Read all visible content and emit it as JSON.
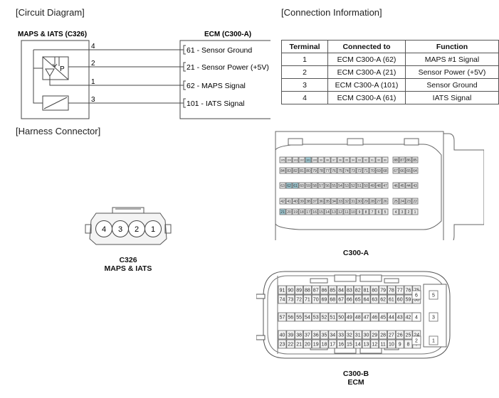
{
  "sections": {
    "circuit_diagram": "[Circuit Diagram]",
    "connection_info": "[Connection Information]",
    "harness_connector": "[Harness Connector]"
  },
  "circuit": {
    "sensor_title": "MAPS & IATS (C326)",
    "ecm_title": "ECM (C300-A)",
    "pin_labels": [
      "4",
      "2",
      "1",
      "3"
    ],
    "pressure_symbol": "P",
    "ecm_pins": [
      {
        "label": "61 - Sensor Ground"
      },
      {
        "label": "21 - Sensor Power (+5V)"
      },
      {
        "label": "62 - MAPS Signal"
      },
      {
        "label": "101 - IATS Signal"
      }
    ]
  },
  "connection_table": {
    "headers": [
      "Terminal",
      "Connected to",
      "Function"
    ],
    "rows": [
      [
        "1",
        "ECM C300-A (62)",
        "MAPS #1 Signal"
      ],
      [
        "2",
        "ECM C300-A (21)",
        "Sensor Power (+5V)"
      ],
      [
        "3",
        "ECM C300-A (101)",
        "Sensor Ground"
      ],
      [
        "4",
        "ECM C300-A (61)",
        "IATS Signal"
      ]
    ]
  },
  "c326": {
    "pins": [
      "4",
      "3",
      "2",
      "1"
    ],
    "label_line1": "C326",
    "label_line2": "MAPS & IATS"
  },
  "c300a": {
    "label": "C300-A",
    "highlight_color": "#9fc9d3",
    "highlighted_pins": [
      "101",
      "62",
      "61",
      "21"
    ],
    "rows": [
      {
        "left": [
          "105",
          "104",
          "103",
          "102",
          "101",
          "100",
          "99",
          "98",
          "97",
          "96",
          "95",
          "94",
          "93",
          "92",
          "91",
          "90",
          "89"
        ],
        "right": [
          "88",
          "87",
          "86",
          "85"
        ]
      },
      {
        "left": [
          "84",
          "83",
          "82",
          "81",
          "80",
          "79",
          "78",
          "77",
          "76",
          "75",
          "74",
          "73",
          "72",
          "71",
          "70",
          "69",
          "68"
        ],
        "right": [
          "67",
          "66",
          "65",
          "64"
        ]
      },
      {
        "left": [
          "63",
          "62",
          "61",
          "60",
          "59",
          "58",
          "57",
          "56",
          "55",
          "54",
          "53",
          "52",
          "51",
          "50",
          "49",
          "48",
          "47"
        ],
        "right": [
          "46",
          "45",
          "44",
          "43"
        ]
      },
      {
        "left": [
          "42",
          "41",
          "40",
          "39",
          "38",
          "37",
          "36",
          "35",
          "34",
          "33",
          "32",
          "31",
          "30",
          "29",
          "28",
          "27",
          "26"
        ],
        "right": [
          "25",
          "24",
          "23",
          "22"
        ]
      },
      {
        "left": [
          "21",
          "20",
          "19",
          "18",
          "17",
          "16",
          "15",
          "14",
          "13",
          "12",
          "11",
          "10",
          "9",
          "8",
          "7",
          "6",
          "5"
        ],
        "right": [
          "4",
          "3",
          "2",
          "1"
        ]
      }
    ]
  },
  "c300b": {
    "label_line1": "C300-B",
    "label_line2": "ECM",
    "rows": [
      [
        "91",
        "90",
        "89",
        "88",
        "87",
        "86",
        "85",
        "84",
        "83",
        "82",
        "81",
        "80",
        "79",
        "78",
        "77",
        "76",
        "75"
      ],
      [
        "74",
        "73",
        "72",
        "71",
        "70",
        "69",
        "68",
        "67",
        "66",
        "65",
        "64",
        "63",
        "62",
        "61",
        "60",
        "59",
        "58"
      ],
      [
        "57",
        "56",
        "55",
        "54",
        "53",
        "52",
        "51",
        "50",
        "49",
        "48",
        "47",
        "46",
        "45",
        "44",
        "43",
        "42",
        "41"
      ],
      [
        "40",
        "39",
        "38",
        "37",
        "36",
        "35",
        "34",
        "33",
        "32",
        "31",
        "30",
        "29",
        "28",
        "27",
        "26",
        "25",
        "24"
      ],
      [
        "23",
        "22",
        "21",
        "20",
        "19",
        "18",
        "17",
        "16",
        "15",
        "14",
        "13",
        "12",
        "11",
        "10",
        "9",
        "8",
        "7"
      ]
    ],
    "power_pins": [
      [
        "6",
        "5"
      ],
      [
        "4",
        "3"
      ],
      [
        "2",
        "1"
      ]
    ]
  }
}
